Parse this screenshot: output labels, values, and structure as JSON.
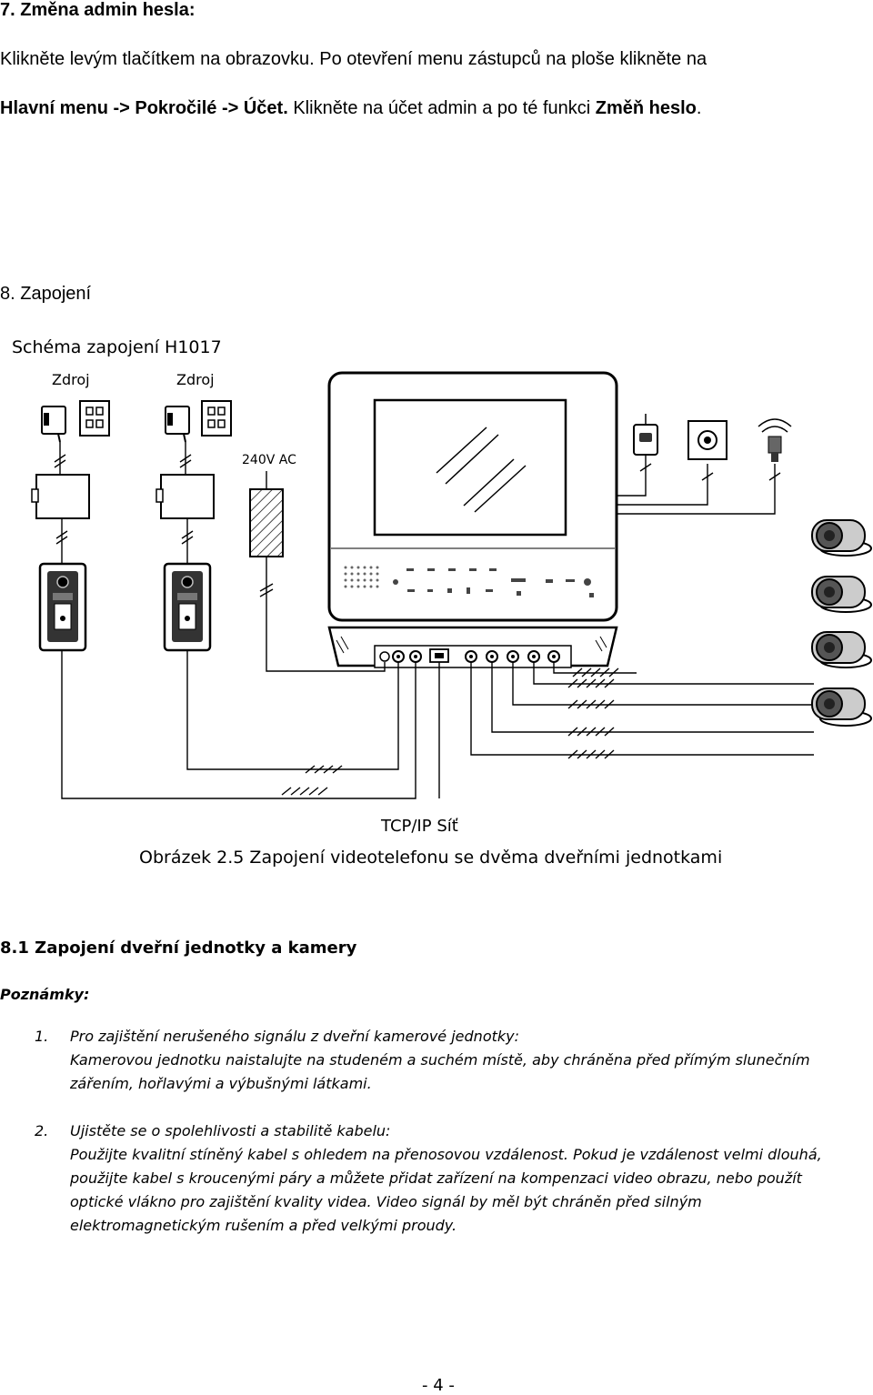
{
  "section7": {
    "heading": "7. Změna admin hesla:",
    "line1": "Klikněte levým tlačítkem na obrazovku. Po otevření menu zástupců na ploše klikněte na",
    "line2": {
      "menu_path": "Hlavní menu -> Pokročilé -> Účet.",
      "text": " Klikněte na účet admin a po té funkci ",
      "function_name": "Změň heslo",
      "end": "."
    }
  },
  "section8": {
    "heading": "8. Zapojení",
    "schema_title": "Schéma zapojení H1017"
  },
  "diagram": {
    "label_power_1": "Zdroj",
    "label_power_2": "Zdroj",
    "label_ac": "240V AC",
    "label_network": "TCP/IP Síť"
  },
  "figure_caption": "Obrázek 2.5 Zapojení videotelefonu se dvěma dveřními jednotkami",
  "section81": {
    "heading": "8.1 Zapojení dveřní jednotky a kamery",
    "notes_label": "Poznámky:",
    "notes": [
      {
        "number": "1.",
        "title": "Pro zajištění nerušeného signálu z dveřní kamerové jednotky:",
        "lines": [
          "Kamerovou jednotku naistalujte na studeném a suchém místě, aby chráněna před přímým slunečním",
          "zářením, hořlavými a výbušnými látkami."
        ]
      },
      {
        "number": "2.",
        "title": "Ujistěte se o spolehlivosti a stabilitě kabelu:",
        "lines": [
          "Použijte kvalitní stíněný kabel s ohledem na přenosovou vzdálenost. Pokud je vzdálenost velmi dlouhá,",
          "použijte kabel s kroucenými páry a můžete přidat zařízení na kompenzaci video obrazu, nebo použít",
          "optické vlákno pro zajištění kvality videa. Video signál by měl být chráněn před silným",
          "elektromagnetickým rušením a před velkými proudy."
        ]
      }
    ]
  },
  "page_number": "- 4 -"
}
